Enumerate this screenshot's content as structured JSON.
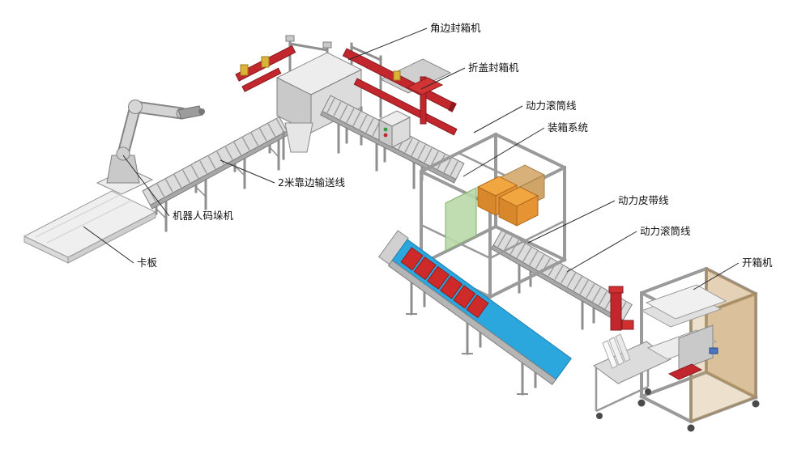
{
  "meta": {
    "kind": "packaging-line-equipment-diagram",
    "background": "#ffffff"
  },
  "colors": {
    "machine_grey": "#dcdcdc",
    "frame_grey": "#9a9a9a",
    "accent_red": "#c1272d",
    "belt_blue": "#2ba7de",
    "carton_orange": "#f2a63f",
    "carton_tan": "#d8b07a",
    "panel_green": "#b9d9a8",
    "panel_tan": "#c49a5e",
    "label_color": "#111111"
  },
  "labels": [
    {
      "id": "corner-sealer",
      "text": "角边封箱机"
    },
    {
      "id": "flap-sealer",
      "text": "折盖封箱机"
    },
    {
      "id": "power-roller-line-1",
      "text": "动力滚筒线"
    },
    {
      "id": "case-packing-system",
      "text": "装箱系统"
    },
    {
      "id": "power-belt-line",
      "text": "动力皮带线"
    },
    {
      "id": "power-roller-line-2",
      "text": "动力滚筒线"
    },
    {
      "id": "case-erector",
      "text": "开箱机"
    },
    {
      "id": "edge-conveyor",
      "text": "2米靠边输送线"
    },
    {
      "id": "robot-palletizer",
      "text": "机器人码垛机"
    },
    {
      "id": "pallet",
      "text": "卡板"
    }
  ]
}
